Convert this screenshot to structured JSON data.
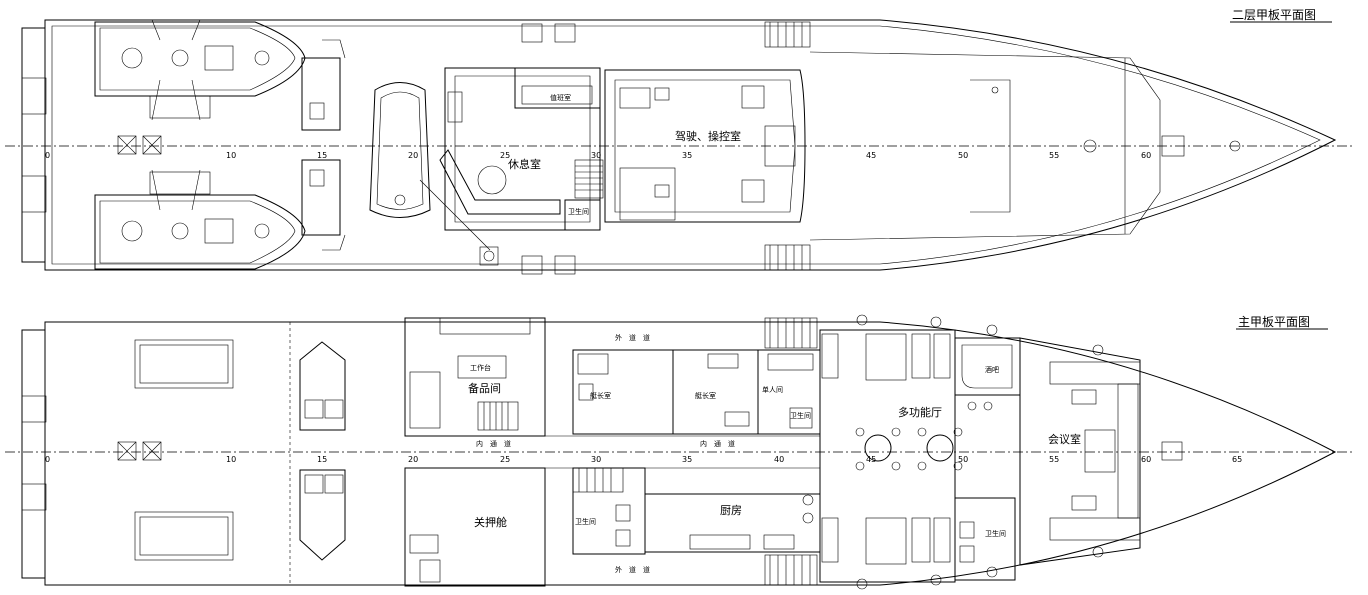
{
  "upper_deck": {
    "title": "二层甲板平面图",
    "rooms": {
      "lounge": "休息室",
      "bridge": "驾驶、操控室",
      "small_cabin": "值班室",
      "toilet": "卫生间"
    },
    "frame_ticks": [
      "0",
      "10",
      "15",
      "20",
      "25",
      "30",
      "35",
      "45",
      "50",
      "55",
      "60"
    ]
  },
  "main_deck": {
    "title": "主甲板平面图",
    "rooms": {
      "store": "备品间",
      "store_sign": "工作台",
      "captain_left": "艇长室",
      "captain_right": "艇长室",
      "single": "单人间",
      "toilet_small": "卫生间",
      "multi_hall": "多功能厅",
      "bar": "酒吧",
      "meeting": "会议室",
      "toilet_right": "卫生间",
      "detention": "关押舱",
      "toilet_lower": "卫生间",
      "galley": "厨房",
      "outer_corridor_top": "外　道　道",
      "outer_corridor_bottom": "外　道　道",
      "inner_corridor_left": "内　通　道",
      "inner_corridor_right": "内　通　道"
    },
    "frame_ticks": [
      "0",
      "10",
      "15",
      "20",
      "25",
      "30",
      "35",
      "40",
      "45",
      "50",
      "55",
      "60",
      "65"
    ]
  },
  "icons": {
    "centerline_mark": "centerline-symbol",
    "bitt": "mooring-bitt-icon",
    "hatch": "hatch-icon",
    "table": "round-table-icon"
  }
}
